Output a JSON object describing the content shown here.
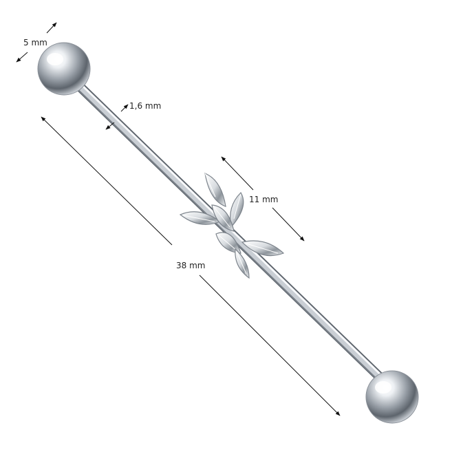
{
  "dimensions": {
    "ball_diameter": "5 mm",
    "bar_thickness": "1,6 mm",
    "ornament_size": "11 mm",
    "bar_length": "38 mm"
  },
  "colors": {
    "dimension_line": "#111111",
    "metal_light": "#f4f6f8",
    "metal_mid": "#b9bfc6",
    "metal_dark": "#5d646c",
    "crystal_light": "#ffffff",
    "crystal_dark": "#8e959c"
  }
}
